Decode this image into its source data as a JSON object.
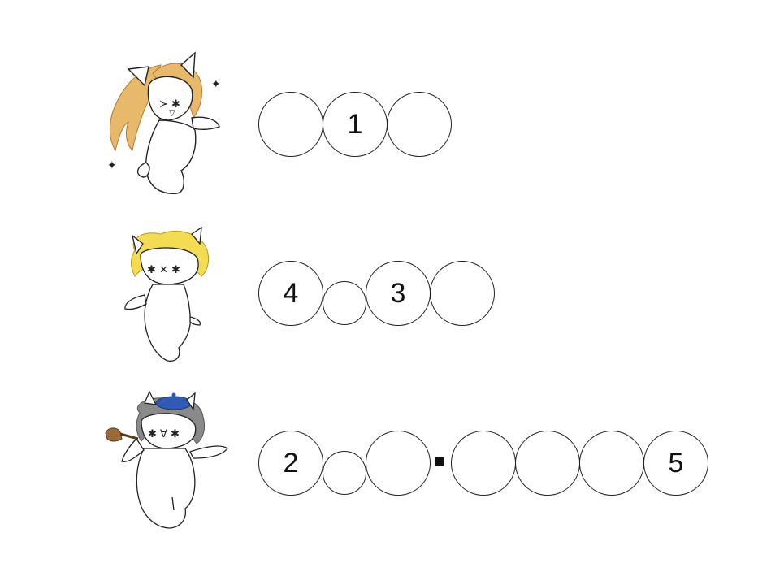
{
  "puzzle": {
    "characters": [
      {
        "name": "blonde-long-hair-cat-girl",
        "hair_color": "#e8b96a",
        "accent": ""
      },
      {
        "name": "curly-yellow-hair-cat-girl",
        "hair_color": "#f3dc52",
        "accent": ""
      },
      {
        "name": "beret-grey-hair-cat-girl",
        "hair_color": "#7f7f7f",
        "accent": "#2f5bb7"
      }
    ],
    "rows": [
      {
        "cells": [
          {
            "label": ""
          },
          {
            "label": "1"
          },
          {
            "label": ""
          }
        ]
      },
      {
        "cells": [
          {
            "label": "4"
          },
          {
            "label": ""
          },
          {
            "label": "3"
          },
          {
            "label": ""
          }
        ]
      },
      {
        "cells": [
          {
            "label": "2"
          },
          {
            "label": ""
          },
          {
            "label": ""
          },
          {
            "label": ""
          },
          {
            "label": ""
          },
          {
            "label": ""
          },
          {
            "label": "5"
          }
        ],
        "separator": "■"
      }
    ]
  }
}
